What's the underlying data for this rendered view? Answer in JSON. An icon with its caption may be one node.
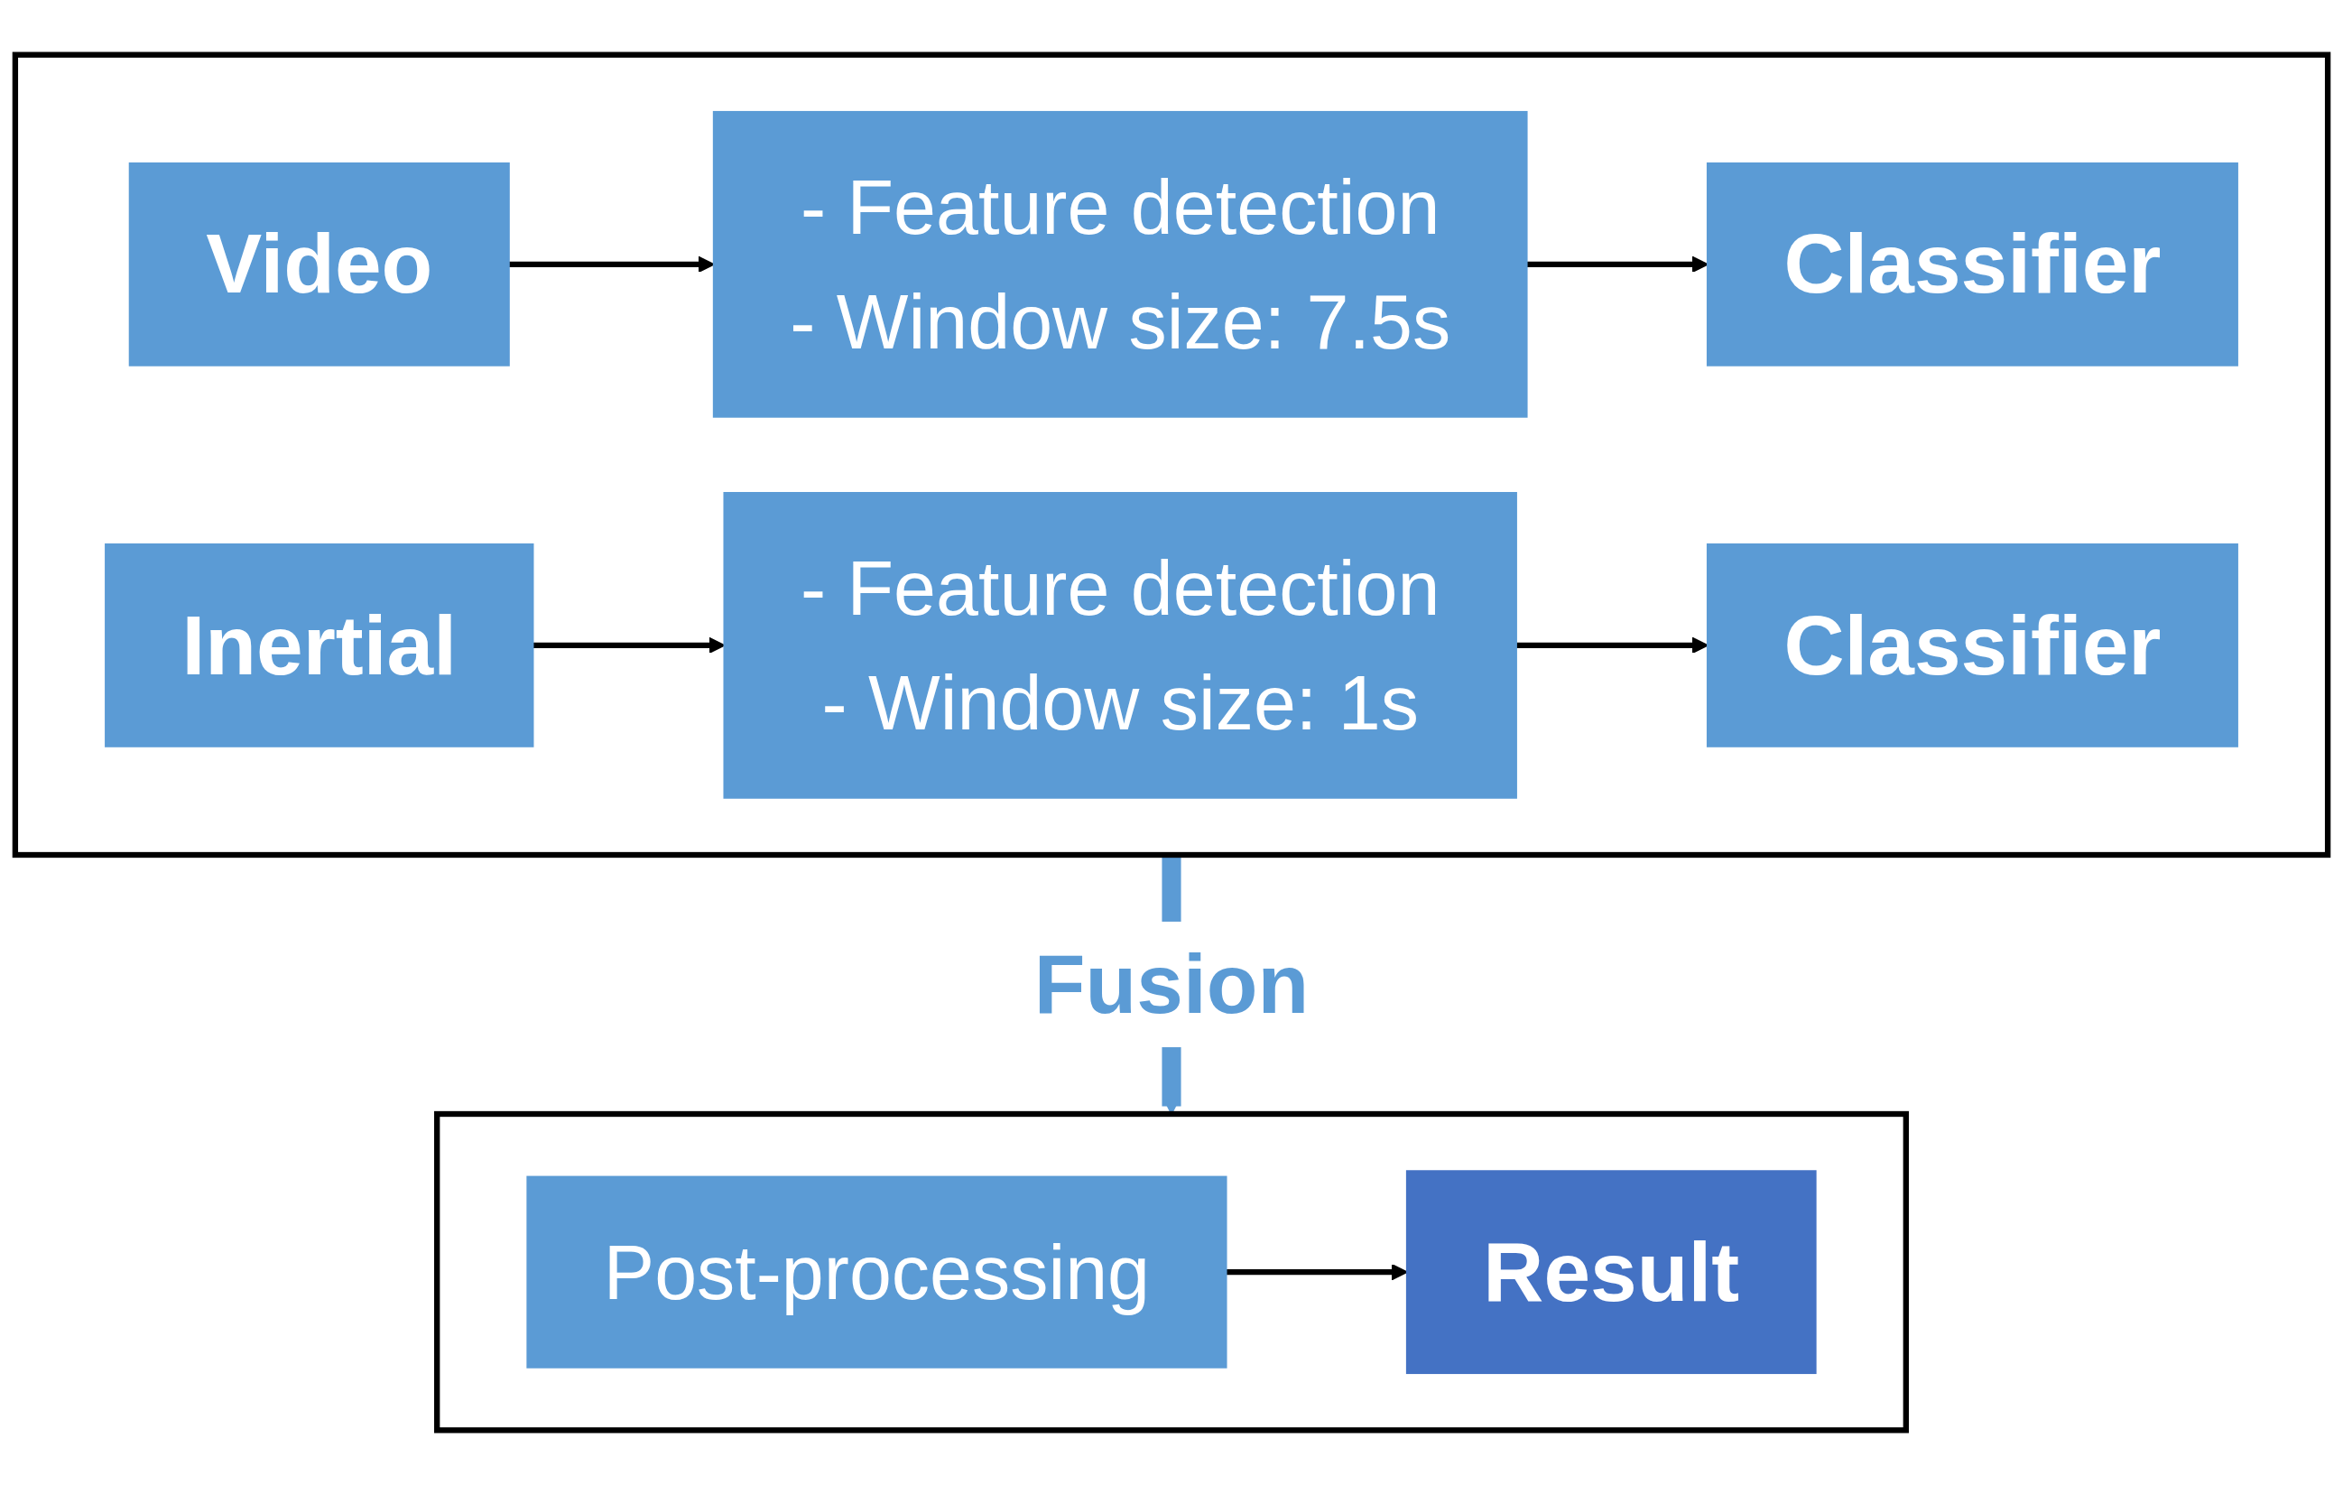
{
  "diagram": {
    "nodes": [
      {
        "text": [],
        "shape": "box"
      },
      {
        "text": [
          "Video"
        ],
        "in": 0
      },
      {
        "text": [
          "- Feature detection",
          "- Window size: 7.5s"
        ],
        "in": 0
      },
      {
        "text": [
          "Classifier"
        ],
        "in": 0
      },
      {
        "text": [
          "Inertial"
        ],
        "in": 0
      },
      {
        "text": [
          "- Feature detection",
          "- Window size: 1s"
        ],
        "in": 0
      },
      {
        "text": [
          "Classifier"
        ],
        "in": 0
      },
      {
        "text": [],
        "shape": "box"
      },
      {
        "text": [
          "Post-processing"
        ],
        "in": 7
      },
      {
        "text": [
          "Result"
        ],
        "in": 7
      }
    ],
    "edges": [
      {
        "from": 1,
        "to": 2,
        "arrow": "to"
      },
      {
        "from": 2,
        "to": 3,
        "arrow": "to"
      },
      {
        "from": 4,
        "to": 5,
        "arrow": "to"
      },
      {
        "from": 5,
        "to": 6,
        "arrow": "to"
      },
      {
        "from": 0,
        "to": 7,
        "arrow": "to",
        "label": "Fusion",
        "style": "thick",
        "color": "#5b9bd5"
      },
      {
        "from": 8,
        "to": 9,
        "arrow": "to"
      }
    ]
  }
}
